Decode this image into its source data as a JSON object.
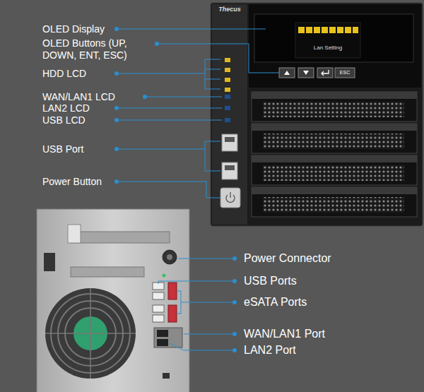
{
  "diagram": {
    "labels": [
      "OLED Display",
      "OLED Buttons (UP, DOWN, ENT, ESC)",
      "HDD LCD",
      "WAN/LAN1 LCD",
      "LAN2 LCD",
      "USB LCD",
      "USB Port",
      "Power Button",
      "Thecus",
      "Lan Setting",
      "ESC",
      "Power Connector",
      "USB Ports",
      "eSATA Ports",
      "WAN/LAN1 Port",
      "LAN2 Port"
    ]
  }
}
